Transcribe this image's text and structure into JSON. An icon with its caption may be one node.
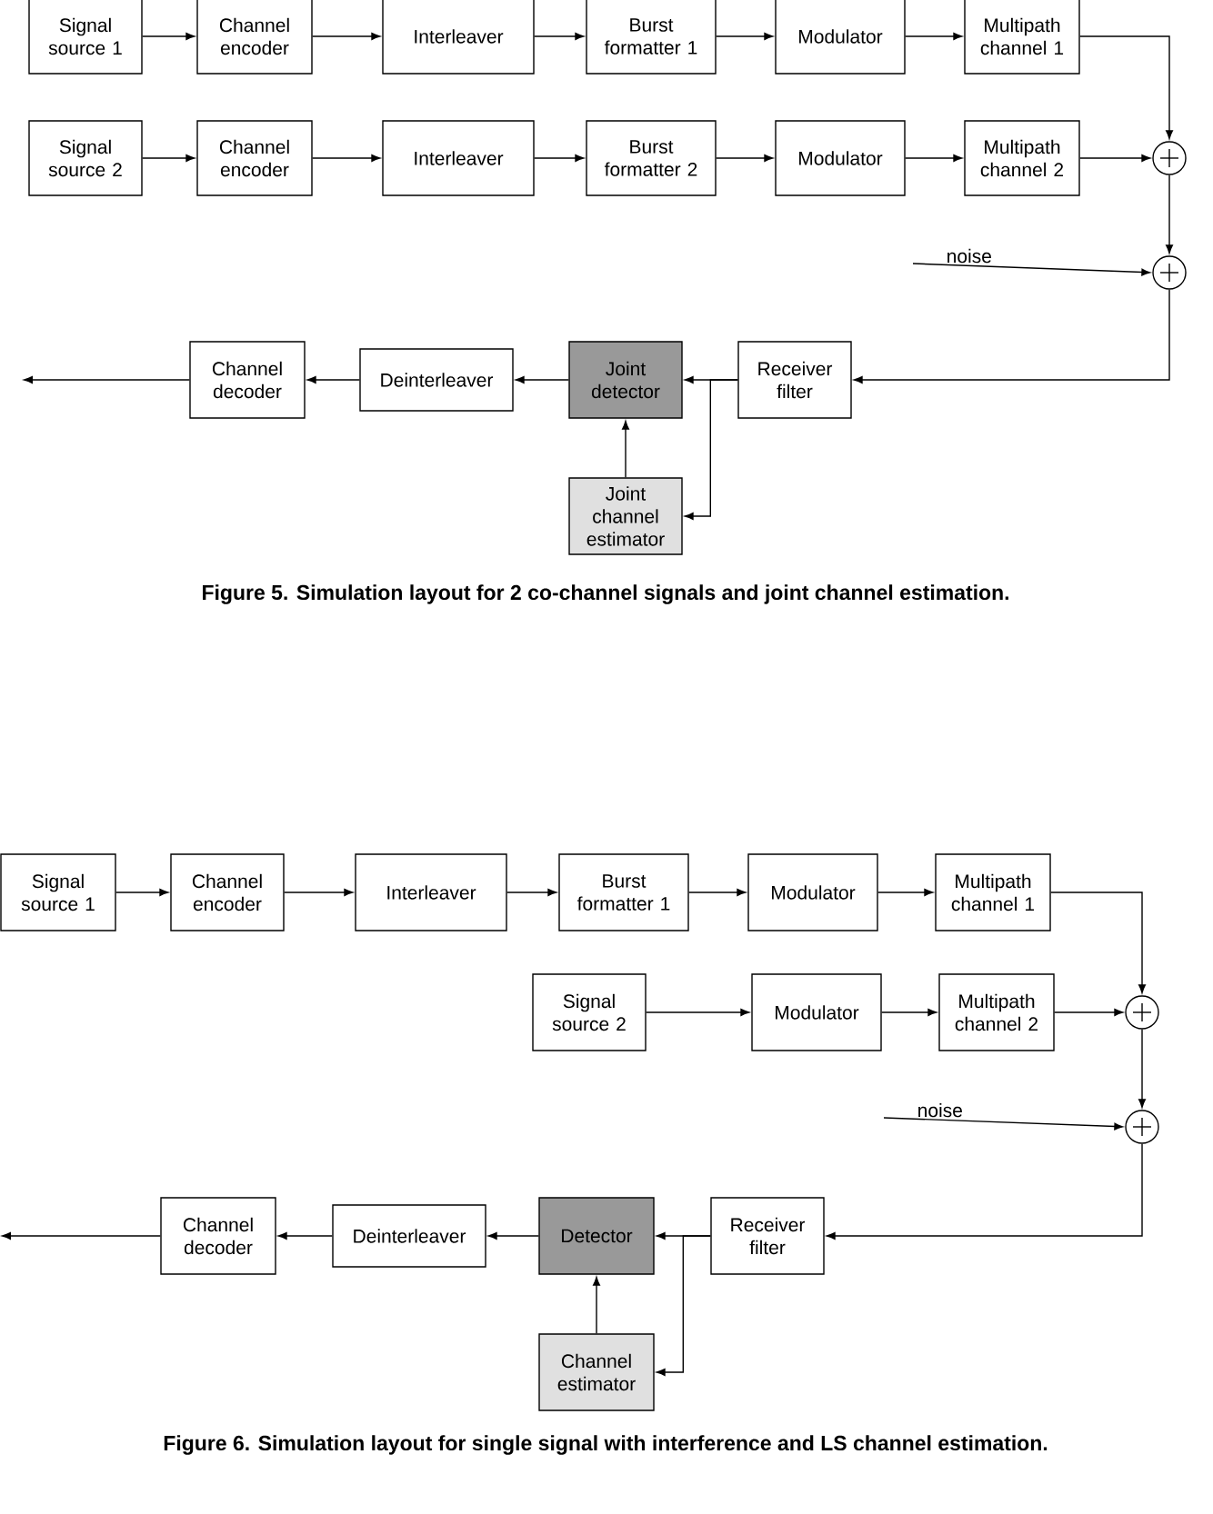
{
  "diagram": {
    "nodes": [
      {
        "text": [
          "Signal source 1"
        ]
      },
      {
        "text": [
          "Channel encoder"
        ]
      },
      {
        "text": [
          "Interleaver"
        ]
      },
      {
        "text": [
          "Burst formatter 1"
        ]
      },
      {
        "text": [
          "Modulator"
        ]
      },
      {
        "text": [
          "Multipath channel 1"
        ]
      },
      {
        "text": [
          "Signal source 2"
        ]
      },
      {
        "text": [
          "Channel encoder"
        ]
      },
      {
        "text": [
          "Interleaver"
        ]
      },
      {
        "text": [
          "Burst formatter 2"
        ]
      },
      {
        "text": [
          "Modulator"
        ]
      },
      {
        "text": [
          "Multipath channel 2"
        ]
      },
      {
        "text": [],
        "shape": "circle"
      },
      {
        "text": [
          "noise"
        ]
      },
      {
        "text": [],
        "shape": "circle"
      },
      {
        "text": [
          "Channel decoder"
        ]
      },
      {
        "text": [
          "Deinterleaver"
        ]
      },
      {
        "text": [
          "Joint detector"
        ]
      },
      {
        "text": [
          "Receiver filter"
        ]
      },
      {
        "text": [
          "Joint channel estimator"
        ]
      },
      {
        "text": [
          "Signal source 1"
        ]
      },
      {
        "text": [
          "Channel encoder"
        ]
      },
      {
        "text": [
          "Interleaver"
        ]
      },
      {
        "text": [
          "Burst formatter 1"
        ]
      },
      {
        "text": [
          "Modulator"
        ]
      },
      {
        "text": [
          "Multipath channel 1"
        ]
      },
      {
        "text": [
          "Signal source 2"
        ]
      },
      {
        "text": [
          "Modulator"
        ]
      },
      {
        "text": [
          "Multipath channel 2"
        ]
      },
      {
        "text": [],
        "shape": "circle"
      },
      {
        "text": [
          "noise"
        ]
      },
      {
        "text": [],
        "shape": "circle"
      },
      {
        "text": [
          "Channel decoder"
        ]
      },
      {
        "text": [
          "Deinterleaver"
        ]
      },
      {
        "text": [
          "Detector"
        ]
      },
      {
        "text": [
          "Receiver filter"
        ]
      },
      {
        "text": [
          "Channel estimator"
        ]
      }
    ],
    "edges": [
      {
        "from": 0,
        "to": 1,
        "arrow": "to"
      },
      {
        "from": 1,
        "to": 2,
        "arrow": "to"
      },
      {
        "from": 2,
        "to": 3,
        "arrow": "to"
      },
      {
        "from": 3,
        "to": 4,
        "arrow": "to"
      },
      {
        "from": 4,
        "to": 5,
        "arrow": "to"
      },
      {
        "from": 6,
        "to": 7,
        "arrow": "to"
      },
      {
        "from": 7,
        "to": 8,
        "arrow": "to"
      },
      {
        "from": 8,
        "to": 9,
        "arrow": "to"
      },
      {
        "from": 9,
        "to": 10,
        "arrow": "to"
      },
      {
        "from": 10,
        "to": 11,
        "arrow": "to"
      },
      {
        "from": 5,
        "to": 12,
        "arrow": "to"
      },
      {
        "from": 11,
        "to": 12,
        "arrow": "to"
      },
      {
        "from": 12,
        "to": 14,
        "arrow": "to"
      },
      {
        "from": 13,
        "to": 14,
        "arrow": "to"
      },
      {
        "from": 14,
        "to": 18,
        "arrow": "to"
      },
      {
        "from": 18,
        "to": 17,
        "arrow": "to"
      },
      {
        "from": 18,
        "to": 19,
        "arrow": "to"
      },
      {
        "from": 19,
        "to": 17,
        "arrow": "to"
      },
      {
        "from": 17,
        "to": 16,
        "arrow": "to"
      },
      {
        "from": 16,
        "to": 15,
        "arrow": "to"
      },
      {
        "from": 15,
        "to": null,
        "arrow": "to"
      },
      {
        "from": 20,
        "to": 21,
        "arrow": "to"
      },
      {
        "from": 21,
        "to": 22,
        "arrow": "to"
      },
      {
        "from": 22,
        "to": 23,
        "arrow": "to"
      },
      {
        "from": 23,
        "to": 24,
        "arrow": "to"
      },
      {
        "from": 24,
        "to": 25,
        "arrow": "to"
      },
      {
        "from": 26,
        "to": 27,
        "arrow": "to"
      },
      {
        "from": 27,
        "to": 28,
        "arrow": "to"
      },
      {
        "from": 25,
        "to": 29,
        "arrow": "to"
      },
      {
        "from": 28,
        "to": 29,
        "arrow": "to"
      },
      {
        "from": 29,
        "to": 31,
        "arrow": "to"
      },
      {
        "from": 30,
        "to": 31,
        "arrow": "to"
      },
      {
        "from": 31,
        "to": 35,
        "arrow": "to"
      },
      {
        "from": 35,
        "to": 34,
        "arrow": "to"
      },
      {
        "from": 35,
        "to": 36,
        "arrow": "to"
      },
      {
        "from": 36,
        "to": 34,
        "arrow": "to"
      },
      {
        "from": 34,
        "to": 33,
        "arrow": "to"
      },
      {
        "from": 33,
        "to": 32,
        "arrow": "to"
      },
      {
        "from": 32,
        "to": null,
        "arrow": "to"
      }
    ],
    "labels": [
      "Figure 5. Simulation layout for 2 co-channel signals and joint channel estimation.",
      "Figure 6. Simulation layout for single signal with interference and LS channel estimation."
    ]
  }
}
